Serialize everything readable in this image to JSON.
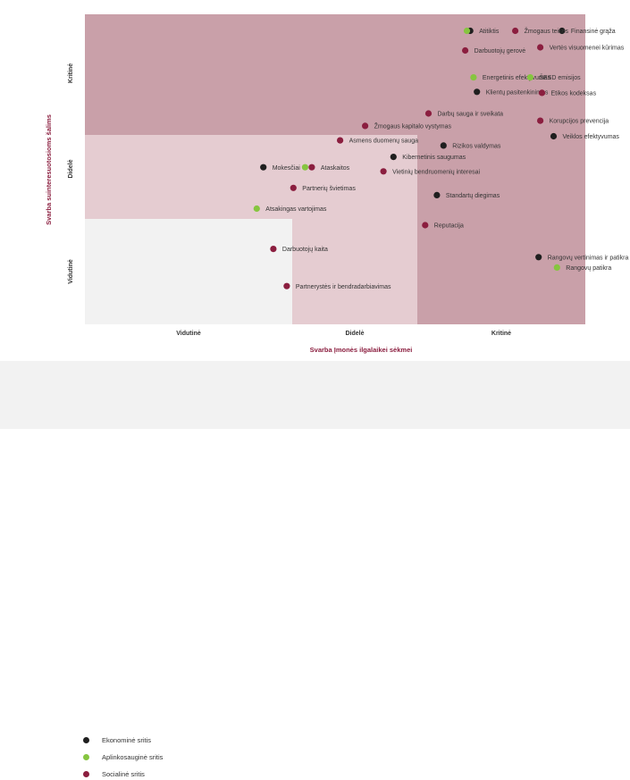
{
  "chart_data": {
    "type": "scatter",
    "xlabel": "Svarba Įmonės ilgalaikei sėkmei",
    "ylabel": "Svarba suinteresuotosioms šalims",
    "x_categories": [
      "Vidutinė",
      "Didelė",
      "Kritinė"
    ],
    "y_categories": [
      "Vidutinė",
      "Didelė",
      "Kritinė"
    ],
    "xlim": [
      0,
      3
    ],
    "ylim": [
      0,
      3
    ],
    "grid": false,
    "legend_placement": "bottom-left",
    "colors": {
      "Ekonominė sritis": "#1f1f1f",
      "Aplinkosauginė sritis": "#86c540",
      "Socialinė sritis": "#8b1e3f"
    },
    "zone_colors": {
      "critical": "#c9a0a9",
      "high": "#e5ccd1",
      "medium": "#f2f2f2"
    },
    "series": [
      {
        "name": "Ekonominė sritis",
        "points": [
          {
            "label": "Atitiktis",
            "x": 2.31,
            "y": 2.84
          },
          {
            "label": "Finansinė grąža",
            "x": 2.86,
            "y": 2.84
          },
          {
            "label": "Klientų pasitenkinimas",
            "x": 2.35,
            "y": 2.25
          },
          {
            "label": "Rizikos valdymas",
            "x": 2.15,
            "y": 1.73
          },
          {
            "label": "Kibernetinis saugumas",
            "x": 1.85,
            "y": 1.62
          },
          {
            "label": "Mokesčiai",
            "x": 1.07,
            "y": 1.52
          },
          {
            "label": "Veiklos efektyvumas",
            "x": 2.81,
            "y": 1.82
          },
          {
            "label": "Standartų diegimas",
            "x": 2.11,
            "y": 1.25
          },
          {
            "label": "Rangovų vertinimas ir patikra",
            "x": 2.72,
            "y": 0.65
          }
        ]
      },
      {
        "name": "Aplinkosauginė sritis",
        "points": [
          {
            "label": "",
            "x": 2.29,
            "y": 2.84
          },
          {
            "label": "Energetinis efektyvumas",
            "x": 2.33,
            "y": 2.39
          },
          {
            "label": "ŠESD emisijos",
            "x": 2.67,
            "y": 2.39
          },
          {
            "label": "",
            "x": 1.32,
            "y": 1.52
          },
          {
            "label": "Atsakingas vartojimas",
            "x": 1.03,
            "y": 1.12
          },
          {
            "label": "Rangovų patikra",
            "x": 2.83,
            "y": 0.55
          }
        ]
      },
      {
        "name": "Socialinė sritis",
        "points": [
          {
            "label": "Žmogaus teisės",
            "x": 2.58,
            "y": 2.84
          },
          {
            "label": "Darbuotojų gerovė",
            "x": 2.28,
            "y": 2.65
          },
          {
            "label": "Vertės visuomenei kūrimas",
            "x": 2.73,
            "y": 2.68
          },
          {
            "label": "Etikos kodeksas",
            "x": 2.74,
            "y": 2.24
          },
          {
            "label": "Darbų sauga ir sveikata",
            "x": 2.06,
            "y": 2.04
          },
          {
            "label": "Korupcijos prevencija",
            "x": 2.73,
            "y": 1.97
          },
          {
            "label": "Žmogaus kapitalo vystymas",
            "x": 1.68,
            "y": 1.92
          },
          {
            "label": "Asmens duomenų sauga",
            "x": 1.53,
            "y": 1.78
          },
          {
            "label": "Ataskaitos",
            "x": 1.36,
            "y": 1.52
          },
          {
            "label": "Vietinių bendruomenių interesai",
            "x": 1.79,
            "y": 1.48
          },
          {
            "label": "Partnerių švietimas",
            "x": 1.25,
            "y": 1.32
          },
          {
            "label": "Reputacija",
            "x": 2.04,
            "y": 0.96
          },
          {
            "label": "Darbuotojų kaita",
            "x": 1.13,
            "y": 0.73
          },
          {
            "label": "Partnerystės ir bendradarbiavimas",
            "x": 1.21,
            "y": 0.37
          }
        ]
      }
    ]
  }
}
